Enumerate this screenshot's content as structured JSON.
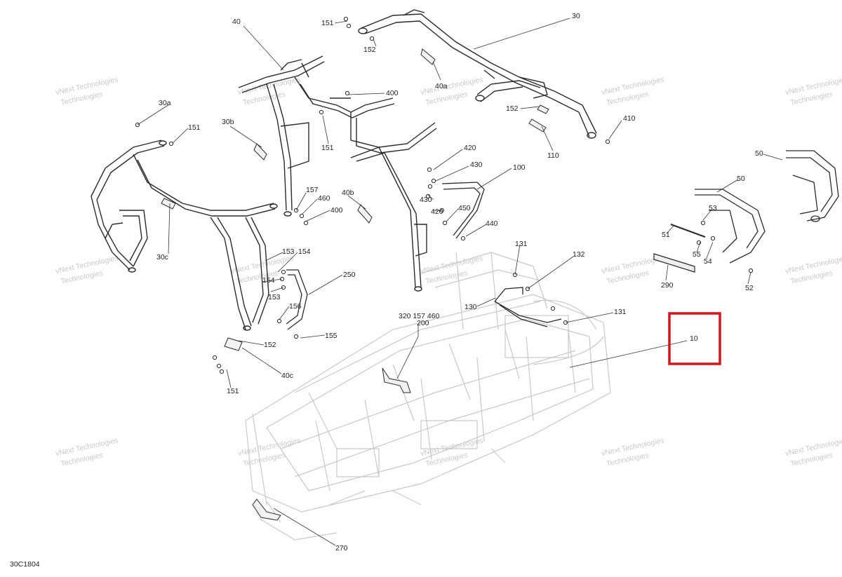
{
  "drawing_code": "30C1804",
  "watermark": {
    "line1": "vNext Technologies",
    "line2": "Technologies"
  },
  "callouts": [
    "151",
    "152",
    "40",
    "30",
    "400",
    "151",
    "152",
    "40a",
    "410",
    "110",
    "30a",
    "151",
    "30b",
    "420",
    "430",
    "100",
    "157",
    "460",
    "400",
    "40b",
    "430",
    "420",
    "450",
    "440",
    "30c",
    "153",
    "154",
    "154",
    "153",
    "250",
    "156",
    "155",
    "152",
    "151",
    "40c",
    "131",
    "132",
    "130",
    "131",
    "320 157 460",
    "200",
    "10",
    "50",
    "50",
    "53",
    "51",
    "55",
    "54",
    "290",
    "52",
    "270"
  ],
  "highlight": {
    "label": "10",
    "color": "#d4151b"
  },
  "colors": {
    "line": "#2a2a2a",
    "ghost": "#c4c4c4",
    "leader": "#333333"
  }
}
